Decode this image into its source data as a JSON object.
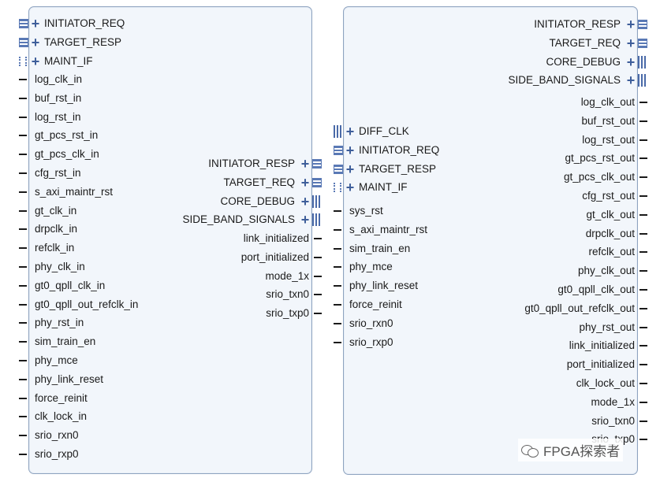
{
  "left_block": {
    "bus_ports_left": [
      "INITIATOR_REQ",
      "TARGET_RESP",
      "MAINT_IF"
    ],
    "signal_ports_left": [
      "log_clk_in",
      "buf_rst_in",
      "log_rst_in",
      "gt_pcs_rst_in",
      "gt_pcs_clk_in",
      "cfg_rst_in",
      "s_axi_maintr_rst",
      "gt_clk_in",
      "drpclk_in",
      "refclk_in",
      "phy_clk_in",
      "gt0_qpll_clk_in",
      "gt0_qpll_out_refclk_in",
      "phy_rst_in",
      "sim_train_en",
      "phy_mce",
      "phy_link_reset",
      "force_reinit",
      "clk_lock_in",
      "srio_rxn0",
      "srio_rxp0"
    ],
    "bus_ports_right": [
      "INITIATOR_RESP",
      "TARGET_REQ",
      "CORE_DEBUG",
      "SIDE_BAND_SIGNALS"
    ],
    "signal_ports_right": [
      "link_initialized",
      "port_initialized",
      "mode_1x",
      "srio_txn0",
      "srio_txp0"
    ]
  },
  "right_block": {
    "bus_ports_left": [
      "DIFF_CLK",
      "INITIATOR_REQ",
      "TARGET_RESP",
      "MAINT_IF"
    ],
    "signal_ports_left": [
      "sys_rst",
      "s_axi_maintr_rst",
      "sim_train_en",
      "phy_mce",
      "phy_link_reset",
      "force_reinit",
      "srio_rxn0",
      "srio_rxp0"
    ],
    "bus_ports_right": [
      "INITIATOR_RESP",
      "TARGET_REQ",
      "CORE_DEBUG",
      "SIDE_BAND_SIGNALS"
    ],
    "signal_ports_right": [
      "log_clk_out",
      "buf_rst_out",
      "log_rst_out",
      "gt_pcs_rst_out",
      "gt_pcs_clk_out",
      "cfg_rst_out",
      "gt_clk_out",
      "drpclk_out",
      "refclk_out",
      "phy_clk_out",
      "gt0_qpll_clk_out",
      "gt0_qpll_out_refclk_out",
      "phy_rst_out",
      "link_initialized",
      "port_initialized",
      "clk_lock_out",
      "mode_1x",
      "srio_txn0",
      "srio_txp0"
    ]
  },
  "watermark": {
    "text": "FPGA探索者"
  },
  "colors": {
    "block_fill": "#f2f6fb",
    "block_border": "#8ea3bf",
    "bus_icon": "#5a79b5"
  }
}
